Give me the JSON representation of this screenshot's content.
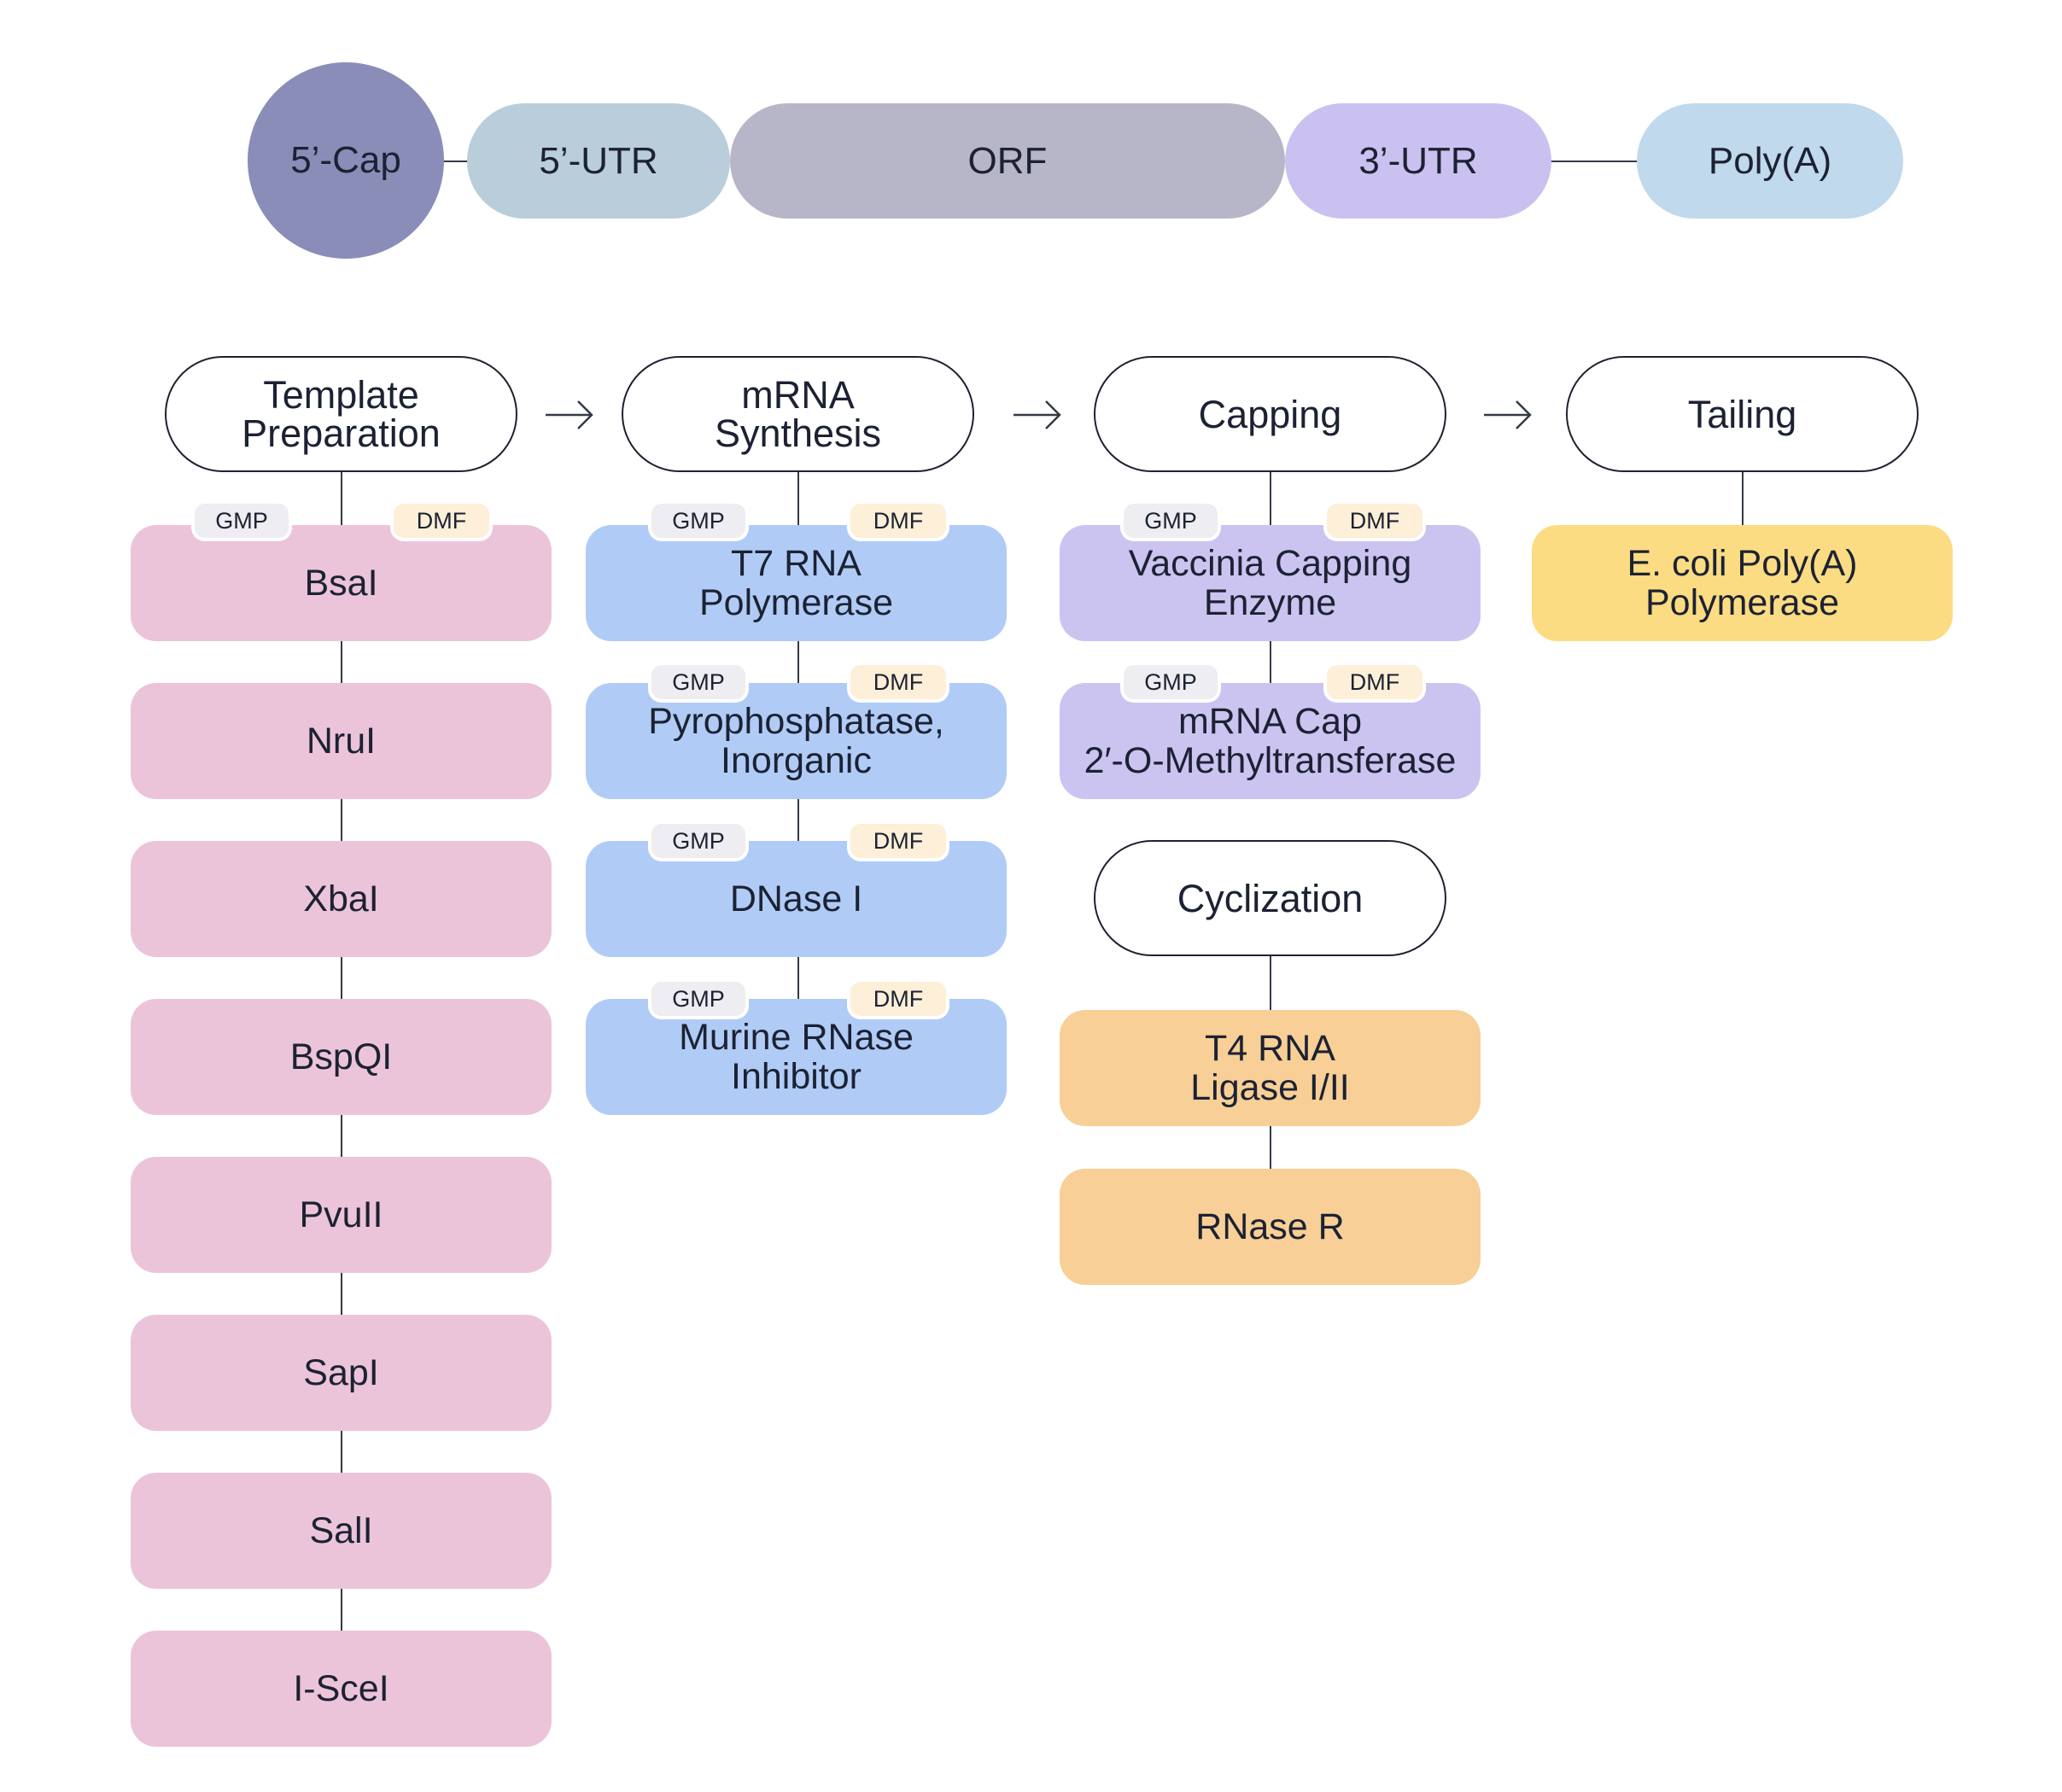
{
  "structure": {
    "cap": "5’-Cap",
    "utr5": "5’-UTR",
    "orf": "ORF",
    "utr3": "3’-UTR",
    "polya": "Poly(A)"
  },
  "badges": {
    "gmp": "GMP",
    "dmf": "DMF"
  },
  "colors": {
    "cap": "#8a8db8",
    "utr5": "#b9cddb",
    "orf": "#b7b6c8",
    "utr3": "#cbc1f0",
    "polya": "#c0d9ec",
    "template": "#ecc4d9",
    "synthesis": "#b0ccf6",
    "capping": "#ccc4f0",
    "cyclization": "#f8cf96",
    "tailing": "#fcdc82"
  },
  "stages": {
    "template": {
      "title": "Template\nPreparation",
      "items": [
        "BsaI",
        "NruI",
        "XbaI",
        "BspQI",
        "PvuII",
        "SapI",
        "SalI",
        "I-SceI"
      ]
    },
    "synthesis": {
      "title": "mRNA\nSynthesis",
      "items": [
        "T7 RNA\nPolymerase",
        "Pyrophosphatase,\nInorganic",
        "DNase I",
        "Murine RNase\nInhibitor"
      ]
    },
    "capping": {
      "title": "Capping",
      "items": [
        "Vaccinia Capping\nEnzyme",
        "mRNA Cap\n2′-O-Methyltransferase"
      ]
    },
    "tailing": {
      "title": "Tailing",
      "items": [
        "E. coli Poly(A)\nPolymerase"
      ]
    },
    "cyclization": {
      "title": "Cyclization",
      "items": [
        "T4 RNA\nLigase I/II",
        "RNase R"
      ]
    }
  }
}
